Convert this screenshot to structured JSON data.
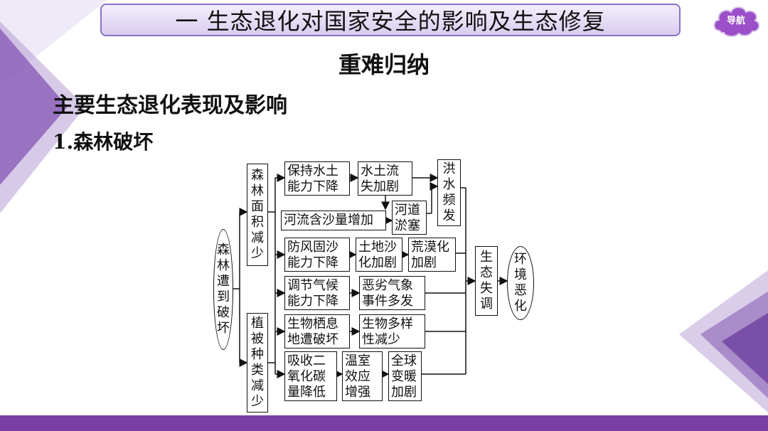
{
  "header": {
    "title": "一  生态退化对国家安全的影响及生态修复",
    "nav_label": "导航"
  },
  "content": {
    "section_heading": "重难归纳",
    "main_heading": "主要生态退化表现及影响",
    "sub_heading": "1.森林破坏"
  },
  "diagram": {
    "root": "森林遭到破坏",
    "branch_a": "森林面积减少",
    "branch_b": "植被种类减少",
    "chain1": [
      "保持水土\n能力下降",
      "水土流\n失加剧",
      "洪水频发"
    ],
    "chain1b": [
      "河流含沙量增加",
      "河道\n淤塞"
    ],
    "chain2": [
      "防风固沙\n能力下降",
      "土地沙\n化加剧",
      "荒漠化\n加剧"
    ],
    "chain3": [
      "调节气候\n能力下降",
      "恶劣气象\n事件多发"
    ],
    "chain4": [
      "生物栖息\n地遭破坏",
      "生物多样\n性减少"
    ],
    "chain5": [
      "吸收二\n氧化碳\n量降低",
      "温室\n效应\n增强",
      "全球\n变暖\n加剧"
    ],
    "imbalance": "生态失调",
    "result": "环境恶化"
  },
  "colors": {
    "accent": "#7a3fa6",
    "title_border": "#8c70c4",
    "title_fill": "#d9cdf0"
  }
}
